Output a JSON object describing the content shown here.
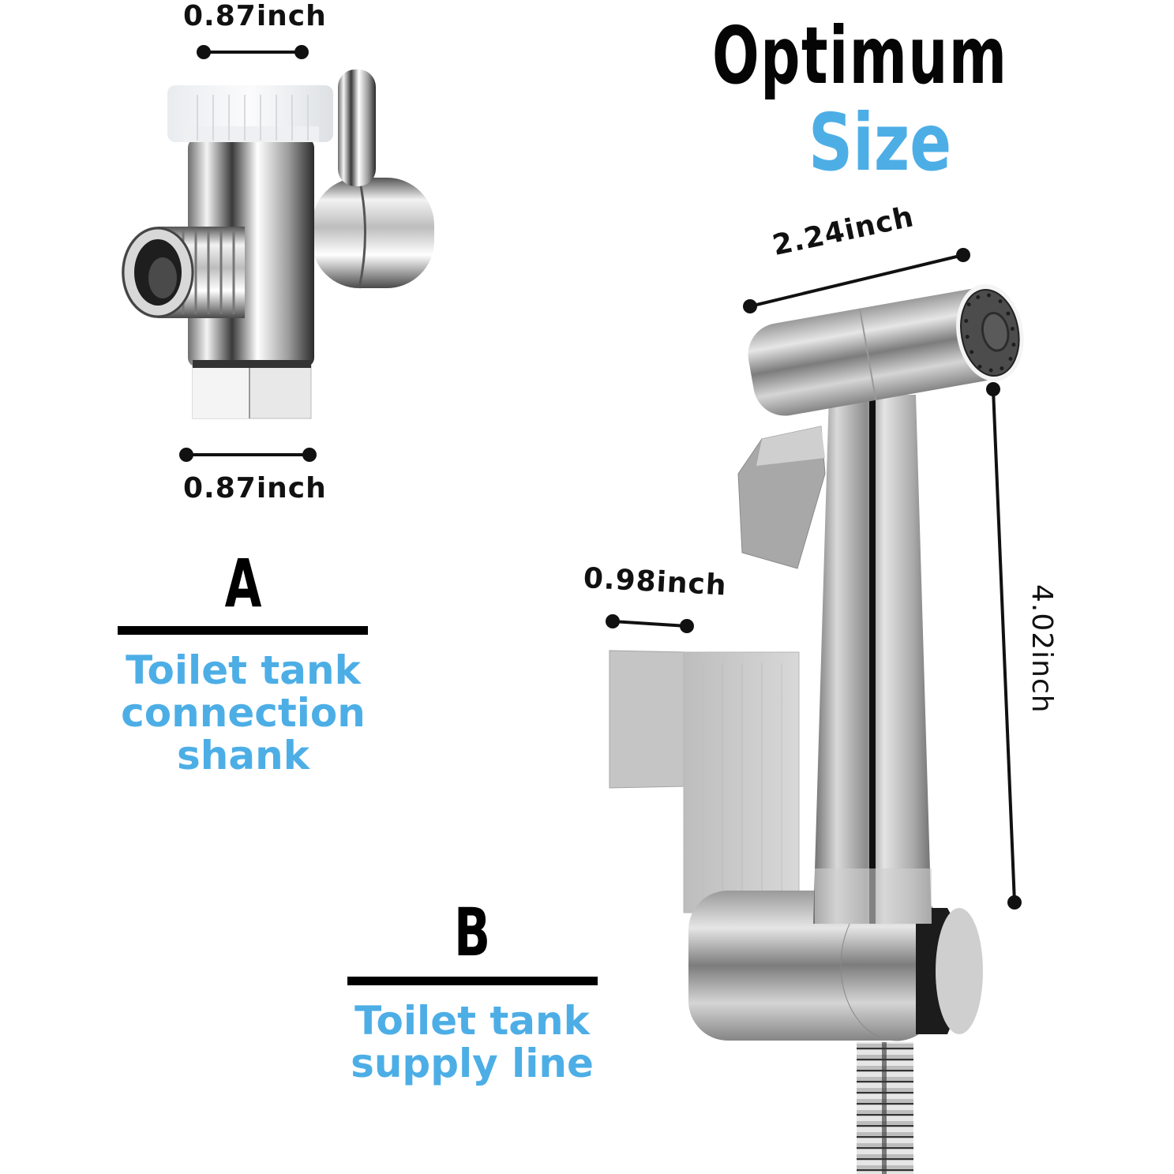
{
  "title": {
    "line1": "Optimum",
    "line2": "Size"
  },
  "colors": {
    "accent_blue": "#4DAEE6",
    "text_black": "#050505",
    "background": "#FFFFFF"
  },
  "part_a": {
    "letter": "A",
    "description_lines": [
      "Toilet tank",
      "connection",
      "shank"
    ],
    "dimensions": {
      "top_width": "0.87inch",
      "bottom_width": "0.87inch"
    },
    "image": "chrome-t-valve-diverter"
  },
  "part_b": {
    "letter": "B",
    "description_lines": [
      "Toilet tank",
      "supply line"
    ],
    "dimensions": {
      "head_length": "2.24inch",
      "holder_width": "0.98inch",
      "body_height": "4.02inch"
    },
    "image": "brushed-steel-bidet-sprayer-with-holder-and-hose"
  }
}
